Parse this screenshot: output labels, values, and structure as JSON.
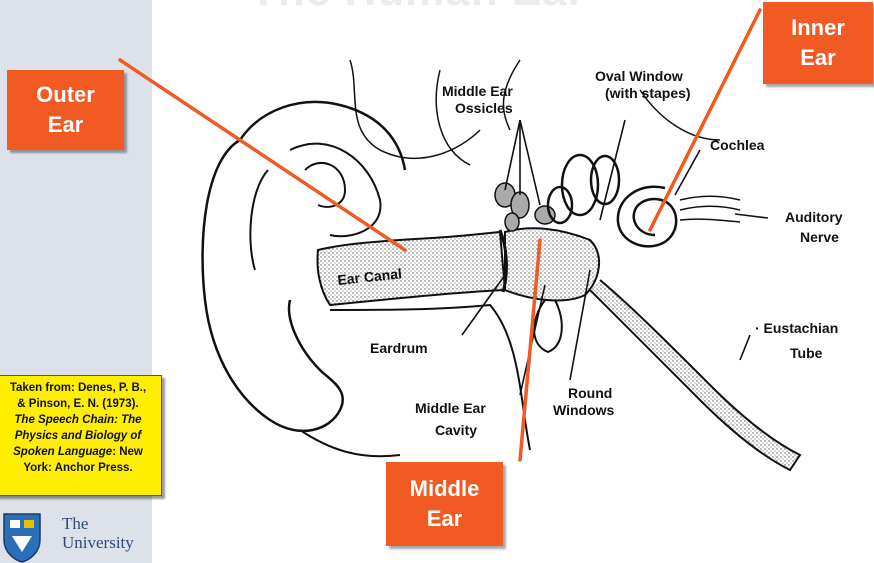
{
  "slide": {
    "title": "The Human Ear",
    "callouts": {
      "outer": [
        "Outer",
        "Ear"
      ],
      "inner": [
        "Inner",
        "Ear"
      ],
      "middle": [
        "Middle",
        "Ear"
      ]
    },
    "citation": {
      "line1": "Taken from: Denes, P. B.,",
      "line2": "& Pinson, E. N. (1973).",
      "line3": "The Speech Chain: The",
      "line4": "Physics and Biology of",
      "line5a": "Spoken Language",
      "line5b": ": New",
      "line6": "York: Anchor Press."
    },
    "university": {
      "line1": "The",
      "line2": "University"
    }
  },
  "diagram_labels": {
    "ossicles_1": "Middle Ear",
    "ossicles_2": "Ossicles",
    "oval_1": "Oval Window",
    "oval_2": "(with stapes)",
    "cochlea": "Cochlea",
    "auditory_1": "Auditory",
    "auditory_2": "Nerve",
    "ear_canal": "Ear Canal",
    "eustachian_1": "· Eustachian",
    "eustachian_2": "Tube",
    "eardrum": "Eardrum",
    "round_1": "Round",
    "round_2": "Windows",
    "cavity_1": "Middle Ear",
    "cavity_2": "Cavity"
  },
  "colors": {
    "callout": "#f15a22",
    "citation_bg": "#ffee00",
    "band": "#dde1ea"
  }
}
